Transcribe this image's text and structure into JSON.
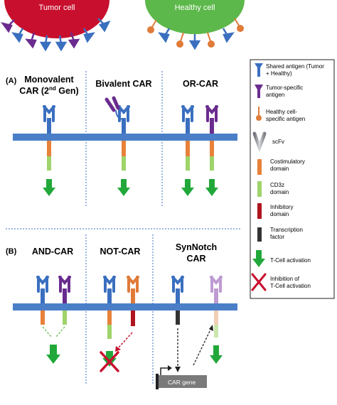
{
  "cells": {
    "tumor_label": "Tumor cell",
    "healthy_label": "Healthy cell"
  },
  "panel_a": {
    "label": "(A)",
    "monovalent_line1": "Monovalent",
    "monovalent_line2_pre": "CAR (2",
    "monovalent_sup": "nd",
    "monovalent_line2_post": " Gen)",
    "bivalent": "Bivalent CAR",
    "or_car": "OR-CAR"
  },
  "panel_b": {
    "label": "(B)",
    "and_car": "AND-CAR",
    "not_car": "NOT-CAR",
    "synnotch_line1": "SynNotch",
    "synnotch_line2": "CAR",
    "car_gene": "CAR gene"
  },
  "legend": {
    "items": [
      {
        "icon": "shared-antigen-icon",
        "lines": [
          "Shared antigen (Tumor",
          "+ Healthy)"
        ]
      },
      {
        "icon": "tumor-antigen-icon",
        "lines": [
          "Tumor-specific",
          "antigen"
        ]
      },
      {
        "icon": "healthy-antigen-icon",
        "lines": [
          "Healthy cell-",
          "specific antigen"
        ]
      },
      {
        "icon": "scfv-icon",
        "lines": [
          "scFv"
        ]
      },
      {
        "icon": "costimulatory-domain-icon",
        "lines": [
          "Costimulatory",
          "domain"
        ]
      },
      {
        "icon": "cd3z-domain-icon",
        "lines": [
          "CD3z",
          "domain"
        ]
      },
      {
        "icon": "inhibitory-domain-icon",
        "lines": [
          "Inhibitory",
          "domain"
        ]
      },
      {
        "icon": "transcription-factor-icon",
        "lines": [
          "Transcription",
          "factor"
        ]
      },
      {
        "icon": "activation-arrow-icon",
        "lines": [
          "T-Cell activation"
        ]
      },
      {
        "icon": "inhibition-cross-icon",
        "lines": [
          "Inhibition of",
          "T-Cell activation"
        ]
      }
    ]
  },
  "colors": {
    "tumor_cell": "#c8102e",
    "healthy_cell": "#5cb84a",
    "membrane": "#4a7fc8",
    "shared_antigen": "#3a6fbf",
    "tumor_antigen": "#6a2c8e",
    "healthy_antigen": "#e07b39",
    "costim": "#e8813a",
    "cd3z": "#9fd36b",
    "inhibitory": "#b0141e",
    "tf": "#333333",
    "activation": "#22a83a",
    "cross": "#c8102e"
  }
}
